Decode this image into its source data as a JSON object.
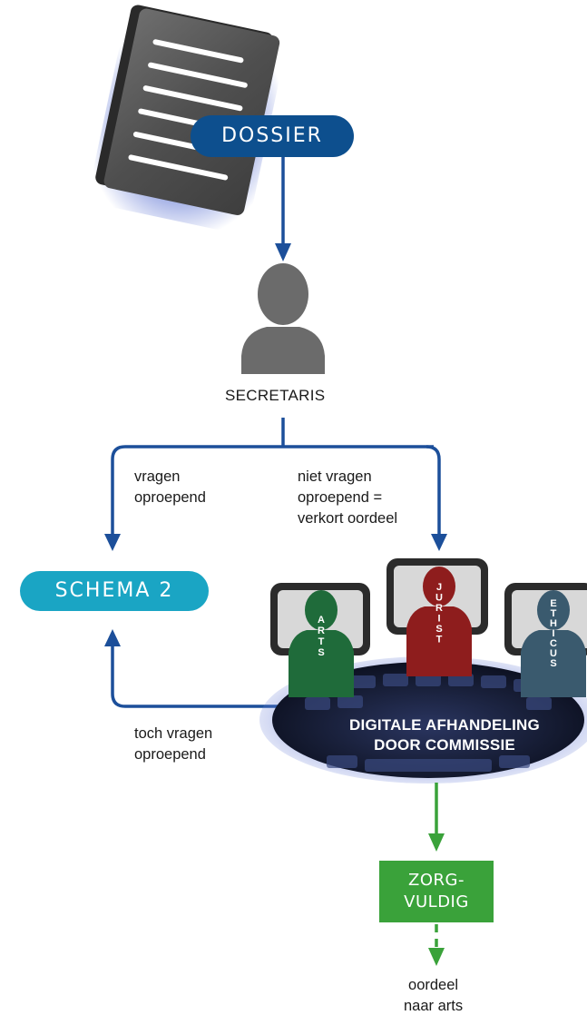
{
  "dossier_label": "DOSSIER",
  "secretaris_label": "SECRETARIS",
  "branch_left_label": "vragen\noproepend",
  "branch_right_label": "niet vragen\noproepend =\nverkort oordeel",
  "schema_label": "SCHEMA 2",
  "toch_label": "toch vragen\noproepend",
  "commissie_label": "DIGITALE AFHANDELING\nDOOR COMMISSIE",
  "members": [
    {
      "name": "ARTS",
      "color": "#1f6b3a"
    },
    {
      "name": "JURIST",
      "color": "#8e1d1d"
    },
    {
      "name": "ETHICUS",
      "color": "#3a5a6e"
    }
  ],
  "zorgvuldig_label": "ZORG-\nVULDIG",
  "oordeel_label": "oordeel\nnaar arts",
  "colors": {
    "flow_arrow": "#1c4f9a",
    "outcome_arrow": "#3aa23a",
    "dossier_pill": "#0d4f8e",
    "schema_pill": "#1aa5c4",
    "person": "#6b6b6b"
  }
}
